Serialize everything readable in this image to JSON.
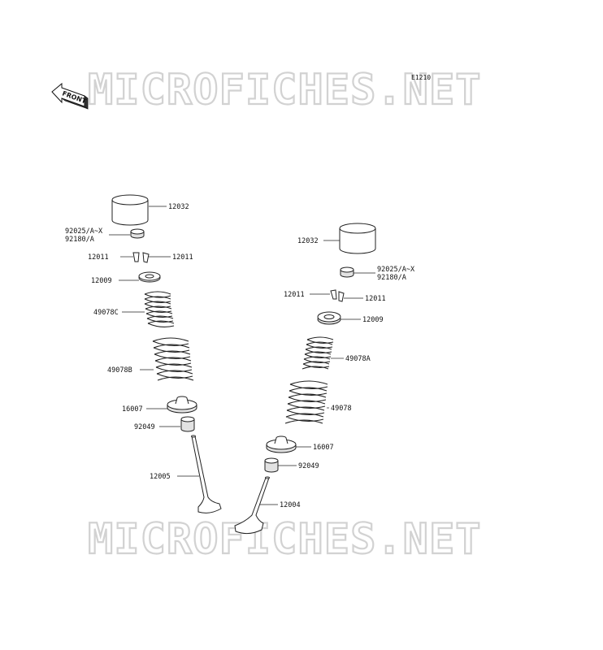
{
  "diagram_code": "E1210",
  "watermark": "MICROFICHES.NET",
  "front_badge": "FRONT",
  "labels": {
    "left_tappet": "12032",
    "left_shim_1": "92025/A~X",
    "left_shim_2": "92180/A",
    "left_keeper_left": "12011",
    "left_keeper_right": "12011",
    "left_retainer": "12009",
    "left_inner_spring": "49078C",
    "left_outer_spring": "49078B",
    "left_spring_seat": "16007",
    "left_stem_seal": "92049",
    "left_valve": "12005",
    "right_tappet": "12032",
    "right_shim_1": "92025/A~X",
    "right_shim_2": "92180/A",
    "right_keeper_left": "12011",
    "right_keeper_right": "12011",
    "right_retainer": "12009",
    "right_inner_spring": "49078A",
    "right_outer_spring": "49078",
    "right_spring_seat": "16007",
    "right_stem_seal": "92049",
    "right_valve": "12004"
  }
}
